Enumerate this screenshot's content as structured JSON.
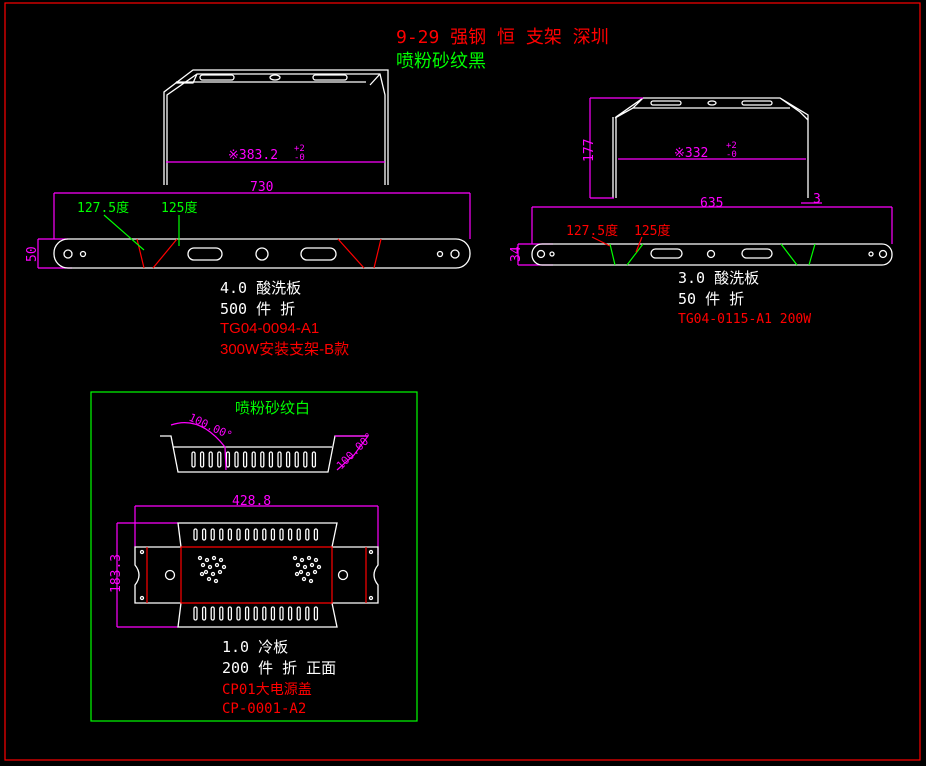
{
  "title": {
    "line1": "9-29 强钢 恒 支架 深圳",
    "line2": "喷粉砂纹黑"
  },
  "part1": {
    "dim_inner": "※383.2",
    "tol_plus": "+2",
    "tol_minus": "-0",
    "dim_length": "730",
    "dim_height": "50",
    "angle1": "127.5度",
    "angle2": "125度",
    "material": "4.0 酸洗板",
    "quantity": "500 件 折",
    "code": "TG04-0094-A1",
    "name": "300W安装支架-B款"
  },
  "part2": {
    "dim_inner": "※332",
    "tol_plus": "+2",
    "tol_minus": "-0",
    "dim_side": "177",
    "dim_3": "3",
    "dim_length": "635",
    "dim_height": "34",
    "angle1": "127.5度",
    "angle2": "125度",
    "material": "3.0 酸洗板",
    "quantity": "50 件 折",
    "code": "TG04-0115-A1 200W"
  },
  "part3": {
    "finish": "喷粉砂纹白",
    "angle1": "100.00°",
    "angle2": "100.00°",
    "dim_length": "428.8",
    "dim_height": "183.3",
    "material": "1.0 冷板",
    "quantity": "200 件 折 正面",
    "name": "CP01大电源盖",
    "code": "CP-0001-A2"
  }
}
